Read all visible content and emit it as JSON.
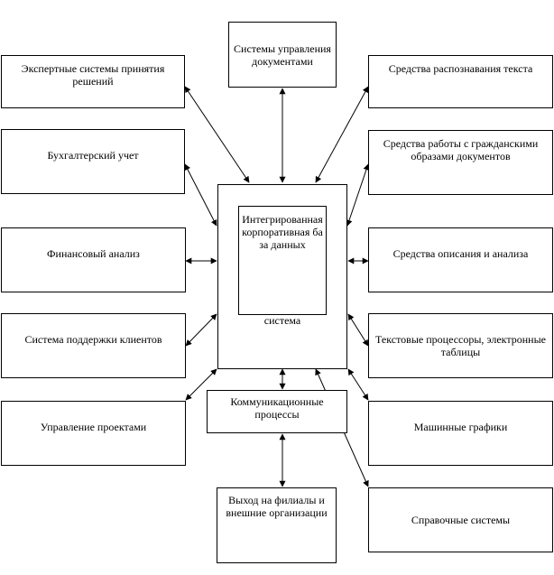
{
  "boxes": {
    "docmgmt": "Системы управления документами",
    "expert": "Экспертные системы принятия решений",
    "accounting": "Бухгалтерский учет",
    "finance": "Финансовый анализ",
    "crm": "Система поддержки клиентов",
    "projects": "Управление проектами",
    "recognition": "Средства распознавания текста",
    "civil": "Средства работы с гражданскими образами документов",
    "describe": "Средства описания и анализа",
    "textproc": "Текстовые процессоры, электронные таблицы",
    "graphics": "Машинные графики",
    "reference": "Справочные системы",
    "database": "Интегрированная корпоративная база данных",
    "system_partial": "система",
    "comms": "Коммуникационные процессы",
    "branches": "Выход на филиалы и внешние организации"
  },
  "colors": {
    "line": "#000000",
    "background": "#ffffff"
  }
}
